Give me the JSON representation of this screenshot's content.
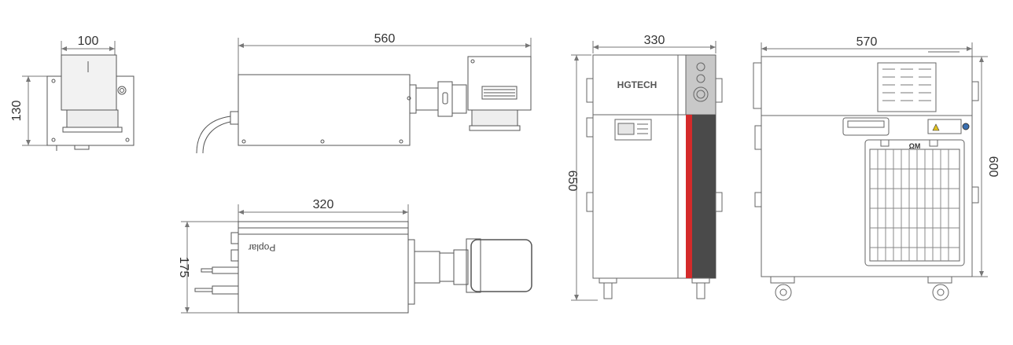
{
  "dimensions": {
    "head_top_width": "100",
    "head_top_height": "130",
    "source_side_length": "560",
    "source_top_length": "320",
    "source_top_height": "175",
    "cabinet_front_width": "330",
    "cabinet_front_height": "650",
    "cabinet_side_depth": "570",
    "cabinet_side_height": "600"
  },
  "labels": {
    "brand": "HGTECH",
    "laser_brand": "Poplar",
    "grille_brand": "ΩM"
  },
  "colors": {
    "line": "#555555",
    "dim_line": "#777777",
    "panel_gray": "#c8c8c8",
    "dark_panel": "#4a4a4a",
    "accent_red": "#d42a2a"
  }
}
